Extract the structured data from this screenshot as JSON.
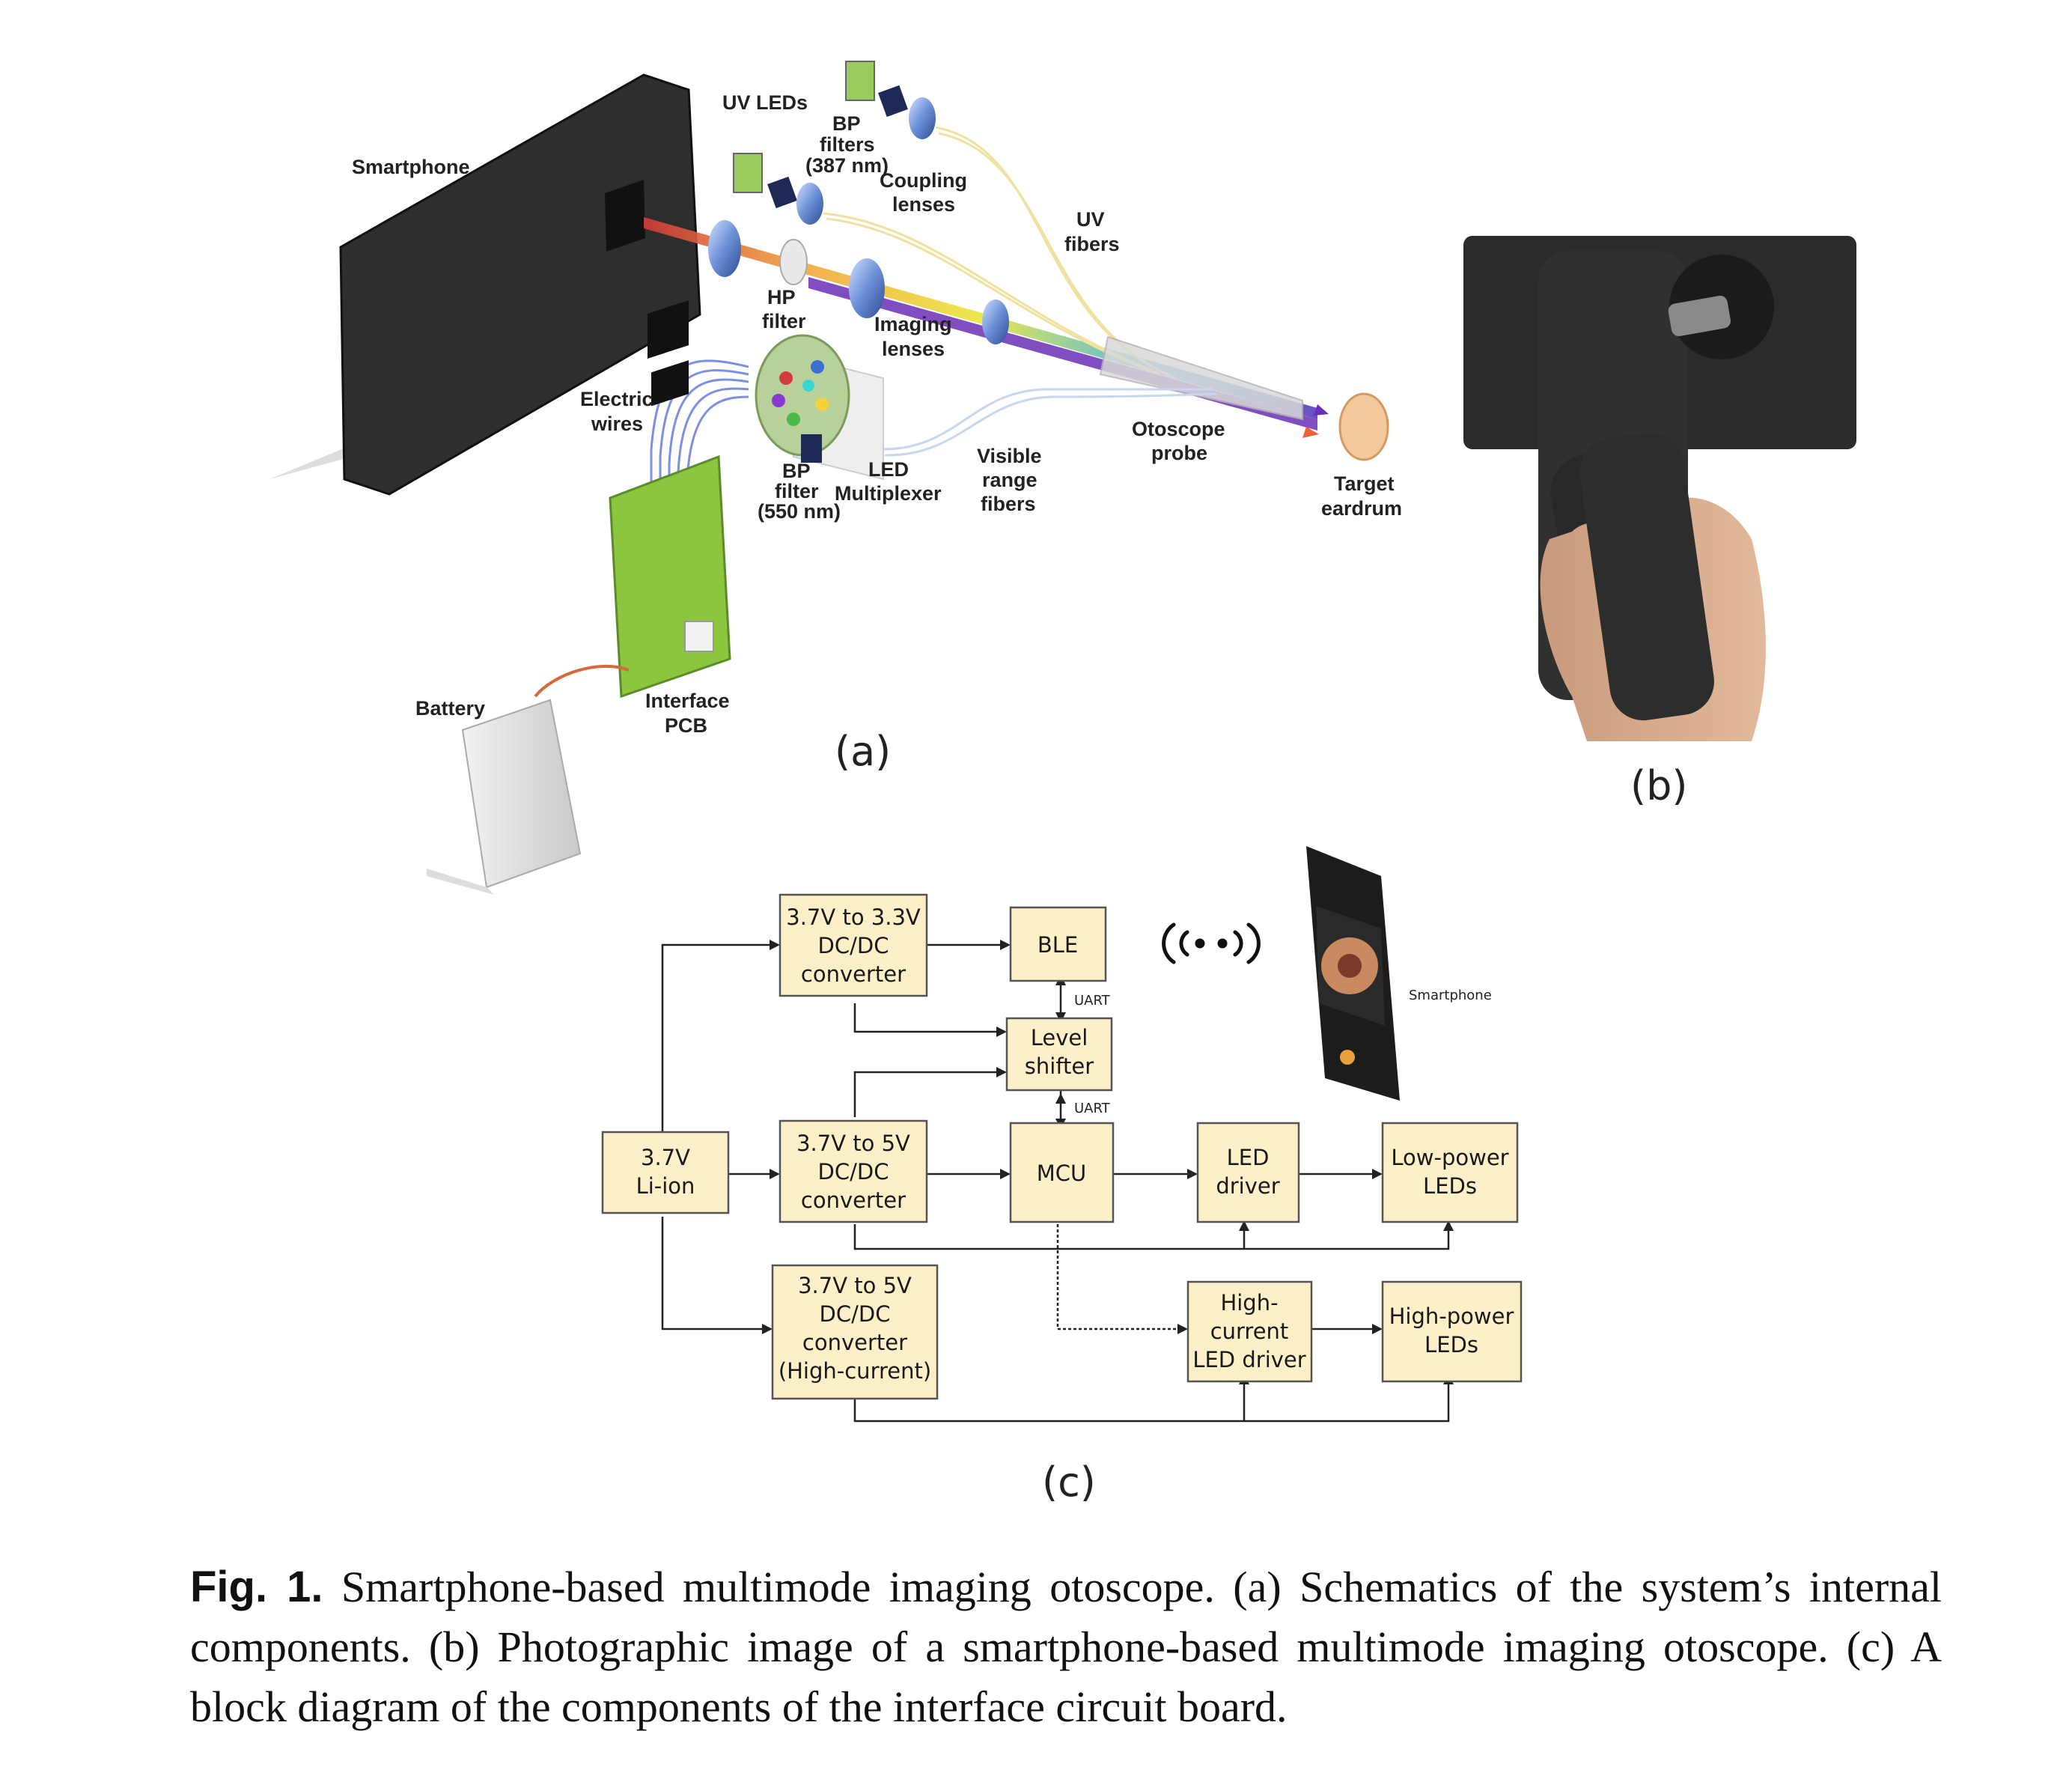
{
  "panel_a": {
    "labels": {
      "smartphone": "Smartphone",
      "uv_leds": "UV LEDs",
      "bp_filters_1": "BP",
      "bp_filters_2": "filters",
      "bp_filters_3": "(387 nm)",
      "coupling_1": "Coupling",
      "coupling_2": "lenses",
      "uv_fibers_1": "UV",
      "uv_fibers_2": "fibers",
      "hp_filter_1": "HP",
      "hp_filter_2": "filter",
      "imaging_1": "Imaging",
      "imaging_2": "lenses",
      "electric_1": "Electric",
      "electric_2": "wires",
      "bp_550_1": "BP",
      "bp_550_2": "filter",
      "bp_550_3": "(550 nm)",
      "led_mux_1": "LED",
      "led_mux_2": "Multiplexer",
      "visible_1": "Visible",
      "visible_2": "range",
      "visible_3": "fibers",
      "otoscope_1": "Otoscope",
      "otoscope_2": "probe",
      "target_1": "Target",
      "target_2": "eardrum",
      "battery": "Battery",
      "interface_1": "Interface",
      "interface_2": "PCB"
    },
    "tag": "(a)"
  },
  "panel_b": {
    "tag": "(b)"
  },
  "panel_c": {
    "tag": "(c)",
    "blocks": {
      "dcdc33": [
        "3.7V to 3.3V",
        "DC/DC",
        "converter"
      ],
      "ble": [
        "BLE"
      ],
      "level": [
        "Level",
        "shifter"
      ],
      "liion": [
        "3.7V",
        "Li-ion"
      ],
      "dcdc5": [
        "3.7V to 5V",
        "DC/DC",
        "converter"
      ],
      "mcu": [
        "MCU"
      ],
      "leddrv": [
        "LED",
        "driver"
      ],
      "lowpow": [
        "Low-power",
        "LEDs"
      ],
      "dcdc5hc": [
        "3.7V to 5V",
        "DC/DC",
        "converter",
        "(High-current)"
      ],
      "hcdrv": [
        "High-",
        "current",
        "LED driver"
      ],
      "highpow": [
        "High-power",
        "LEDs"
      ]
    },
    "uart_1": "UART",
    "uart_2": "UART",
    "smartphone": "Smartphone"
  },
  "caption": {
    "fig_label": "Fig. 1.",
    "text": "Smartphone-based multimode imaging otoscope. (a) Schematics of the system’s internal components. (b) Photographic image of a smartphone-based multimode imaging otoscope. (c) A block diagram of the components of the interface circuit board."
  },
  "colors": {
    "block_fill": "#fdf0c8",
    "pcb_green": "#8cc63f",
    "phone_body": "#2e2e2e",
    "fiber_yellow": "#efe2a0",
    "uv_purple": "#6a2fb5"
  }
}
